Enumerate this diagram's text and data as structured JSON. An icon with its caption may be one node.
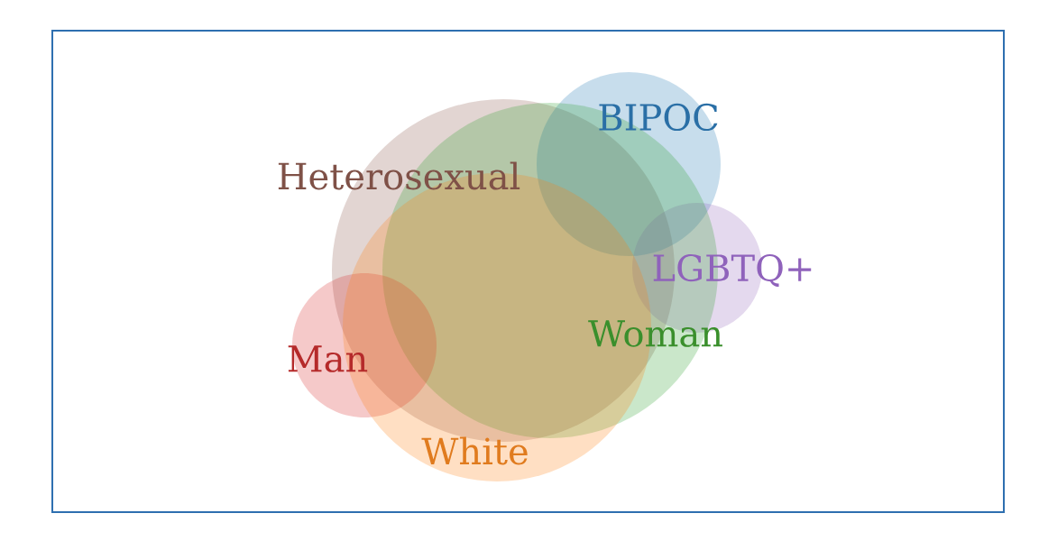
{
  "diagram": {
    "nodes": [
      {
        "text": [
          "Heterosexual"
        ]
      },
      {
        "text": [
          "BIPOC"
        ]
      },
      {
        "text": [
          "LGBTQ+"
        ]
      },
      {
        "text": [
          "Woman"
        ]
      },
      {
        "text": [
          "Man"
        ]
      },
      {
        "text": [
          "White"
        ]
      }
    ]
  }
}
